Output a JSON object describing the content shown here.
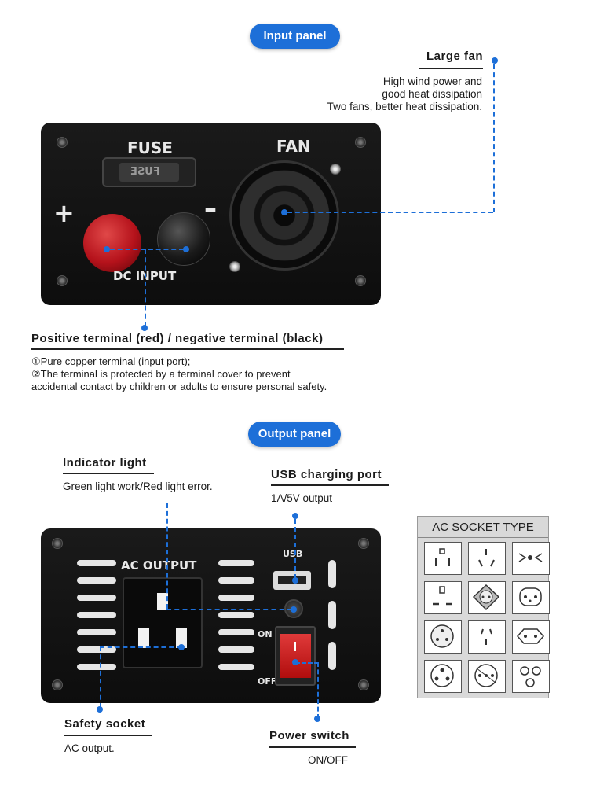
{
  "input_panel": {
    "badge": "Input panel",
    "fan_heading": "Large fan",
    "fan_desc": [
      "High wind power and",
      "good heat dissipation",
      "Two fans, better heat dissipation."
    ],
    "terminal_heading": "Positive terminal (red) / negative terminal (black)",
    "terminal_desc": [
      "①Pure copper terminal (input port);",
      "②The terminal is protected by a terminal cover to prevent",
      "accidental contact by children or adults to ensure personal safety."
    ],
    "device_labels": {
      "fuse": "FUSE",
      "fuse_holder": "FUSE",
      "fan": "FAN",
      "plus": "+",
      "minus": "–",
      "dc_input": "DC  INPUT"
    }
  },
  "output_panel": {
    "badge": "Output panel",
    "indicator_heading": "Indicator light",
    "indicator_desc": "Green light work/Red light error.",
    "usb_heading": "USB charging port",
    "usb_desc": "1A/5V output",
    "safety_heading": "Safety socket",
    "safety_desc": "AC output.",
    "switch_heading": "Power switch",
    "switch_desc": "ON/OFF",
    "device_labels": {
      "ac_output": "AC  OUTPUT",
      "usb": "USB",
      "on": "ON",
      "off": "OFF"
    }
  },
  "socket_type": {
    "title": "AC SOCKET TYPE"
  },
  "colors": {
    "accent": "#1d6fd8",
    "panel": "#111111",
    "terminal_red": "#b5121b"
  }
}
